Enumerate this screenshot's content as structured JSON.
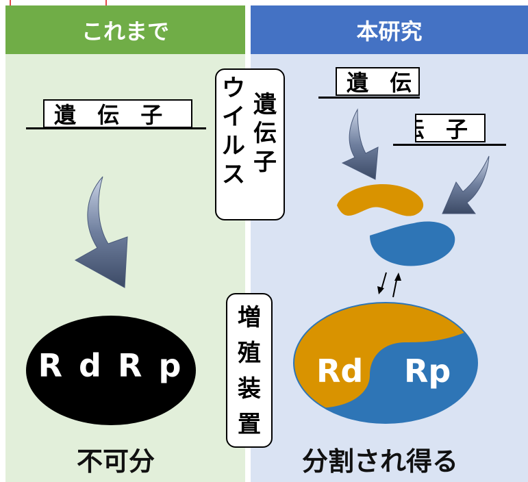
{
  "left": {
    "header": "これまで",
    "gene_label": "遺 伝 子",
    "rdrp_label": "R d R p",
    "bottom_label": "不可分"
  },
  "right": {
    "header": "本研究",
    "gene_fragment_1": "遺 伝",
    "gene_fragment_2": "伝 子",
    "rd_label": "Rd",
    "rp_label": "Rp",
    "bottom_label": "分割され得る"
  },
  "center": {
    "virus_gene_col1": [
      "ウ",
      "イ",
      "ル",
      "ス"
    ],
    "virus_gene_col2": [
      "遺",
      "伝",
      "子"
    ],
    "replication_device": [
      "増",
      "殖",
      "装",
      "置"
    ]
  },
  "colors": {
    "green_header": "#70ad47",
    "green_bg": "#e2efda",
    "blue_header": "#4472c4",
    "blue_bg": "#dae3f3",
    "orange": "#d99300",
    "blue_part": "#2e75b6",
    "black": "#000000"
  }
}
